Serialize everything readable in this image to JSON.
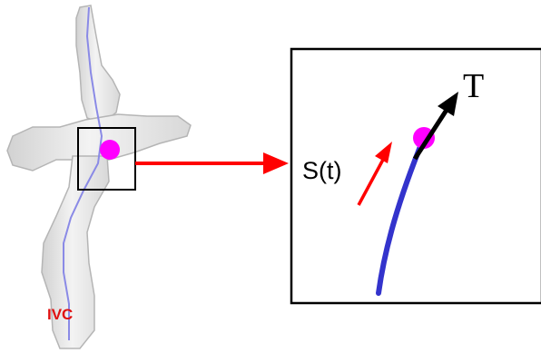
{
  "labels": {
    "vessel": "IVC",
    "path_function": "S(t)",
    "tangent": "T"
  },
  "colors": {
    "vessel_fill": "#e4e4e4",
    "vessel_outline": "#b5b5b5",
    "centerline": "#8a8ae6",
    "marker": "#ff00ff",
    "pointer_arrow": "#ff0000",
    "zoom_path": "#3333cc",
    "tangent_arrow": "#000000",
    "vessel_label": "#e01010"
  },
  "icons": {
    "marker": "magenta-dot",
    "zoom_frame": "square-outline",
    "pointer": "right-arrow"
  }
}
